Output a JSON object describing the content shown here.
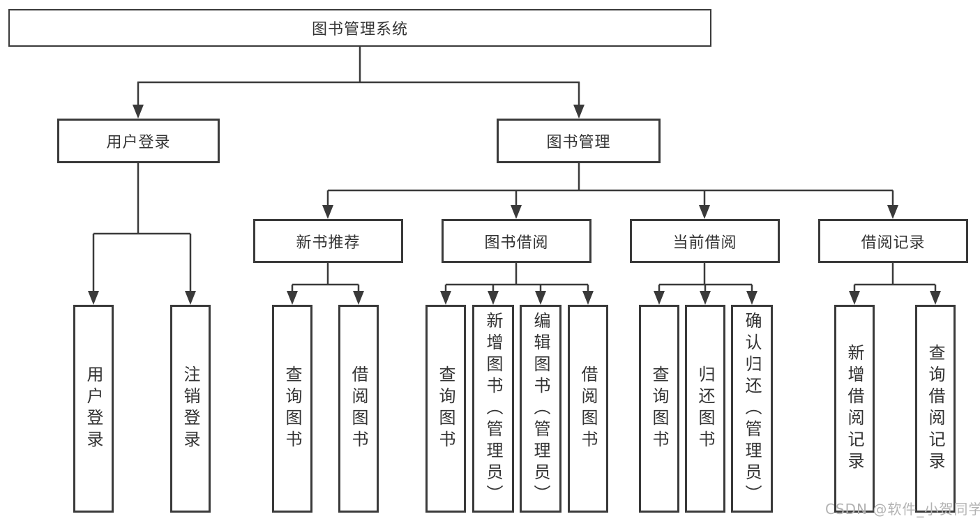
{
  "tree": {
    "root": "图书管理系统",
    "user_login": {
      "label": "用户登录",
      "children": [
        "用户登录",
        "注销登录"
      ]
    },
    "book_mgmt": {
      "label": "图书管理",
      "modules": [
        {
          "label": "新书推荐",
          "children": [
            "查询图书",
            "借阅图书"
          ]
        },
        {
          "label": "图书借阅",
          "children": [
            "查询图书",
            "新增图书（管理员）",
            "编辑图书（管理员）",
            "借阅图书"
          ]
        },
        {
          "label": "当前借阅",
          "children": [
            "查询图书",
            "归还图书",
            "确认归还（管理员）"
          ]
        },
        {
          "label": "借阅记录",
          "children": [
            "新增借阅记录",
            "查询借阅记录"
          ]
        }
      ]
    }
  },
  "watermark": "CSDN @软件_小贺同学",
  "colors": {
    "line": "#3a3a3a",
    "text": "#333333",
    "watermark": "#b3b3b3",
    "background": "#ffffff"
  }
}
